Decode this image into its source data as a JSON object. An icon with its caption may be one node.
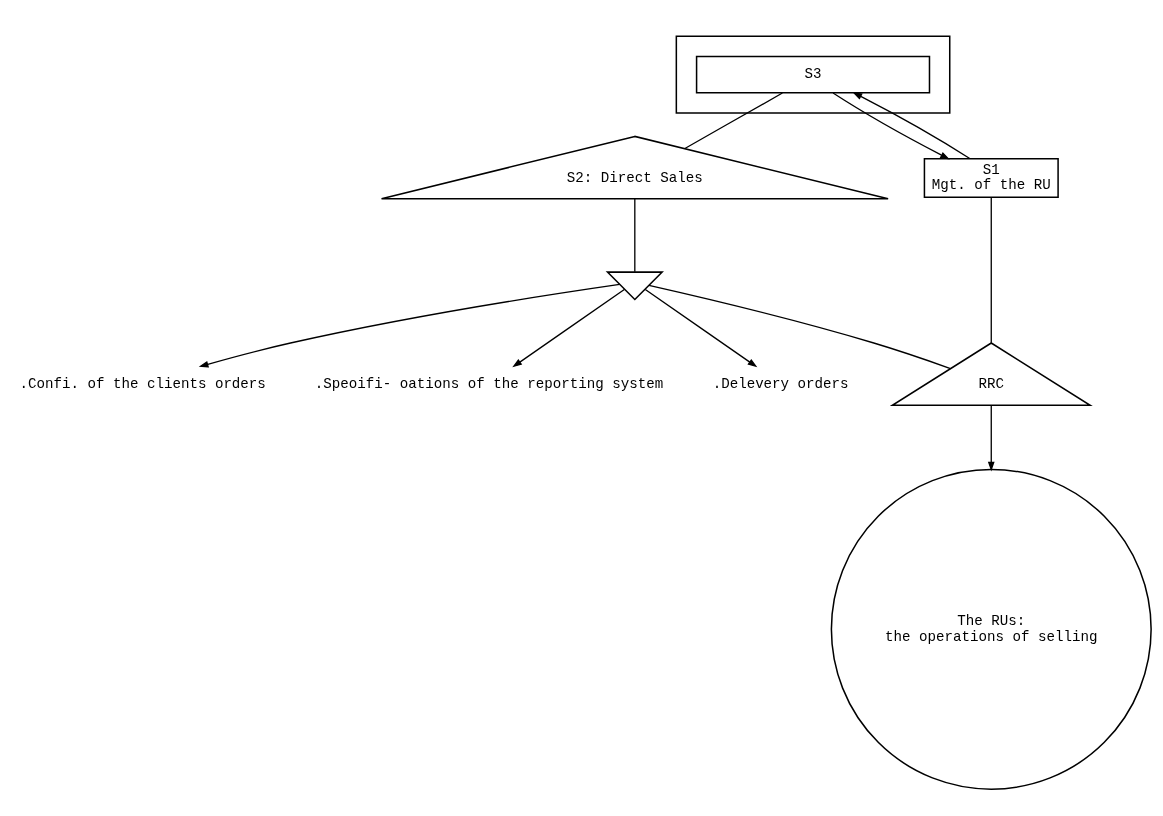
{
  "diagram": {
    "nodes": [
      {
        "text": [],
        "shape": "box"
      },
      {
        "text": [
          "S3"
        ],
        "in": 0
      },
      {
        "text": [
          "S2: Direct Sales"
        ]
      },
      {
        "text": [],
        "shape": "triangle"
      },
      {
        "text": [
          ".Confi. of the clients orders"
        ]
      },
      {
        "text": [
          ".Speoifi- oations of the reporting system"
        ]
      },
      {
        "text": [
          ".Delevery orders"
        ]
      },
      {
        "text": [
          "S1",
          "Mgt. of the RU"
        ]
      },
      {
        "text": [
          "RRC"
        ]
      },
      {
        "text": [
          "The RUs:",
          "the operations of selling"
        ]
      }
    ],
    "edges": [
      {
        "from": 7,
        "to": 1,
        "arrow": "to"
      },
      {
        "from": 1,
        "to": 7,
        "arrow": "to"
      },
      {
        "from": 1,
        "to": 2,
        "arrow": "none"
      },
      {
        "from": 2,
        "to": 3,
        "arrow": "none"
      },
      {
        "from": 3,
        "to": 4,
        "arrow": "to"
      },
      {
        "from": 3,
        "to": 5,
        "arrow": "to"
      },
      {
        "from": 3,
        "to": 6,
        "arrow": "to"
      },
      {
        "from": 3,
        "to": 8,
        "arrow": "none"
      },
      {
        "from": 7,
        "to": 8,
        "arrow": "none"
      },
      {
        "from": 8,
        "to": 9,
        "arrow": "to"
      }
    ]
  }
}
